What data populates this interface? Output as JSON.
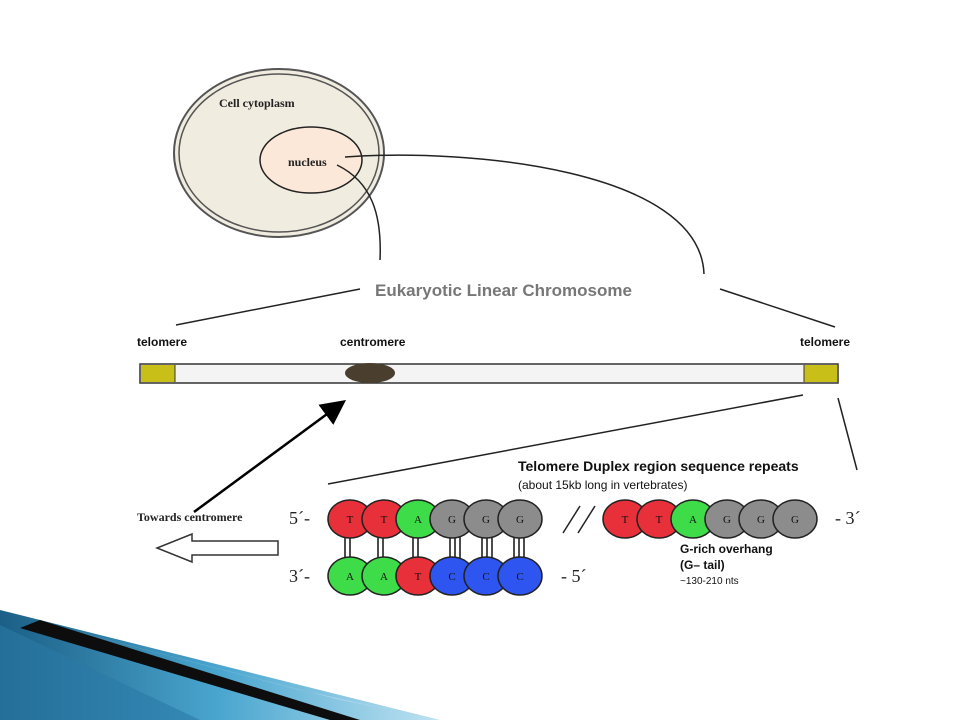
{
  "cell": {
    "cytoplasm_label": "Cell cytoplasm",
    "nucleus_label": "nucleus"
  },
  "chromosome": {
    "title": "Eukaryotic Linear Chromosome",
    "telomere_left": "telomere",
    "centromere": "centromere",
    "telomere_right": "telomere"
  },
  "direction": {
    "label": "Towards centromere"
  },
  "duplex": {
    "title": "Telomere Duplex region sequence repeats",
    "subtitle": "(about 15kb long in vertebrates)",
    "top_5_prime": "5´-",
    "top_3_prime": "- 3´",
    "bottom_3_prime": "3´-",
    "bottom_5_prime": "- 5´",
    "top_left_bases": [
      "T",
      "T",
      "A",
      "G",
      "G",
      "G"
    ],
    "bottom_bases": [
      "A",
      "A",
      "T",
      "C",
      "C",
      "C"
    ],
    "top_right_bases": [
      "T",
      "T",
      "A",
      "G",
      "G",
      "G"
    ]
  },
  "overhang": {
    "line1": "G-rich overhang",
    "line2": "(G– tail)",
    "line3": "~130-210 nts"
  },
  "colors": {
    "T": "#e8303a",
    "A": "#3ddc48",
    "G": "#8c8c8c",
    "C": "#2f55f0",
    "telomere_cap": "#c8c018",
    "centromere": "#4a3f2e",
    "cytoplasm": "#f0ece0",
    "nucleus": "#fce8d8"
  }
}
